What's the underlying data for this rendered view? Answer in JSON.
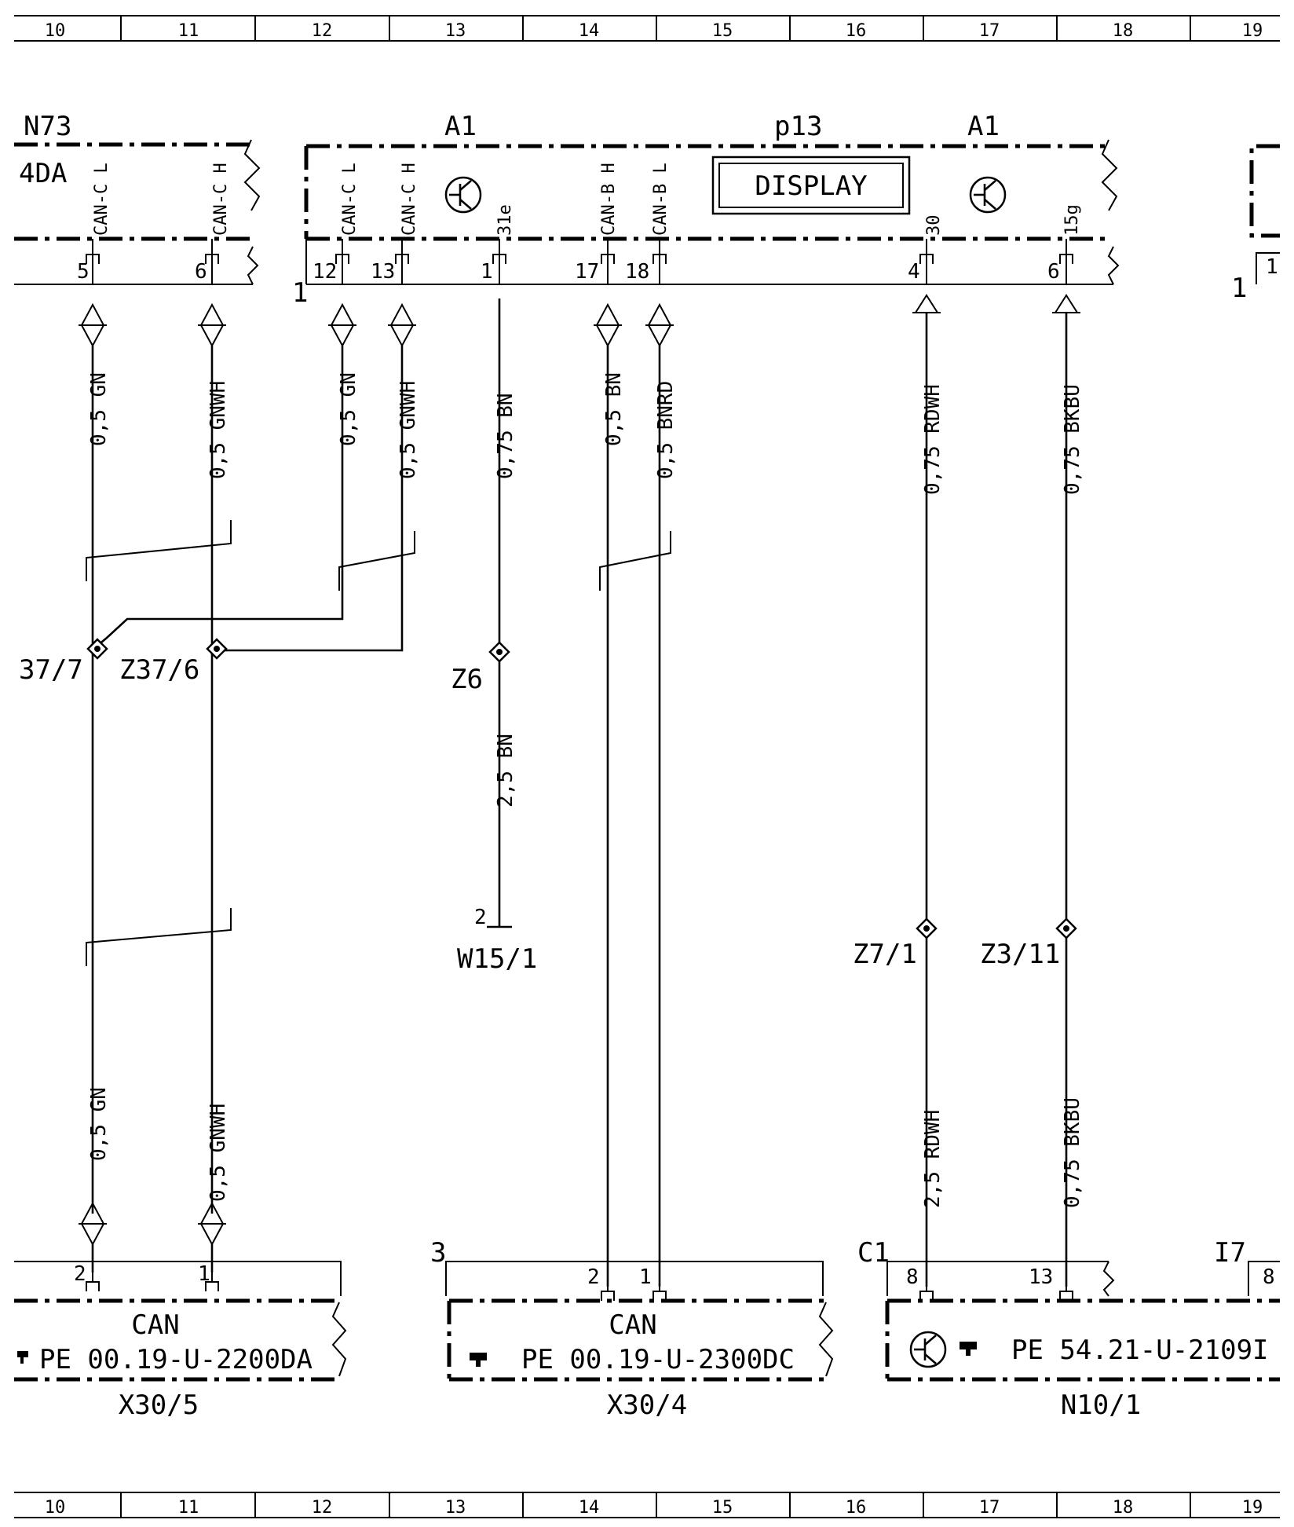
{
  "columns": [
    "10",
    "11",
    "12",
    "13",
    "14",
    "15",
    "16",
    "17",
    "18",
    "19"
  ],
  "components": {
    "n73": {
      "ref": "N73",
      "sub": "4DA",
      "pin_labels": [
        "CAN-C L",
        "CAN-C H"
      ],
      "pins": [
        "5",
        "6"
      ]
    },
    "a1_left": {
      "ref": "A1"
    },
    "a1_right": {
      "ref": "A1"
    },
    "p13": {
      "ref": "p13",
      "display_text": "DISPLAY"
    },
    "a1_box": {
      "conn": "1",
      "pin_labels": [
        "CAN-C L",
        "CAN-C H",
        "31e",
        "CAN-B H",
        "CAN-B L",
        "30",
        "15g"
      ],
      "pins": [
        "12",
        "13",
        "1",
        "17",
        "18",
        "4",
        "6"
      ]
    },
    "right_cut": {
      "conn": "1",
      "pin": "1"
    },
    "x30_5": {
      "ref": "X30/5",
      "title": "CAN",
      "pe": "PE 00.19-U-2200DA",
      "pins": [
        "2",
        "1"
      ]
    },
    "x30_4": {
      "ref": "X30/4",
      "title": "CAN",
      "pe": "PE 00.19-U-2300DC",
      "conn": "3",
      "pins": [
        "2",
        "1"
      ]
    },
    "n10_1": {
      "ref": "N10/1",
      "pe": "PE 54.21-U-2109I",
      "conn": "C1",
      "conn2": "I7",
      "pins": [
        "8",
        "13",
        "8"
      ]
    },
    "w15_1": {
      "ref": "W15/1",
      "pin": "2"
    }
  },
  "wires": {
    "w1": "0,5 GN",
    "w2": "0,5 GNWH",
    "w3": "0,5 GN",
    "w4": "0,5 GNWH",
    "w5": "0,75 BN",
    "w6": "0,5 BN",
    "w7": "0,5 BNRD",
    "w8": "0,75 RDWH",
    "w9": "0,75 BKBU",
    "w10": "2,5 BN",
    "w11": "0,5 GN",
    "w12": "0,5 GNWH",
    "w13": "2,5 RDWH",
    "w14": "0,75 BKBU"
  },
  "splices": {
    "z37_7": "37/7",
    "z37_6": "Z37/6",
    "z6": "Z6",
    "z7_1": "Z7/1",
    "z3_11": "Z3/11"
  }
}
